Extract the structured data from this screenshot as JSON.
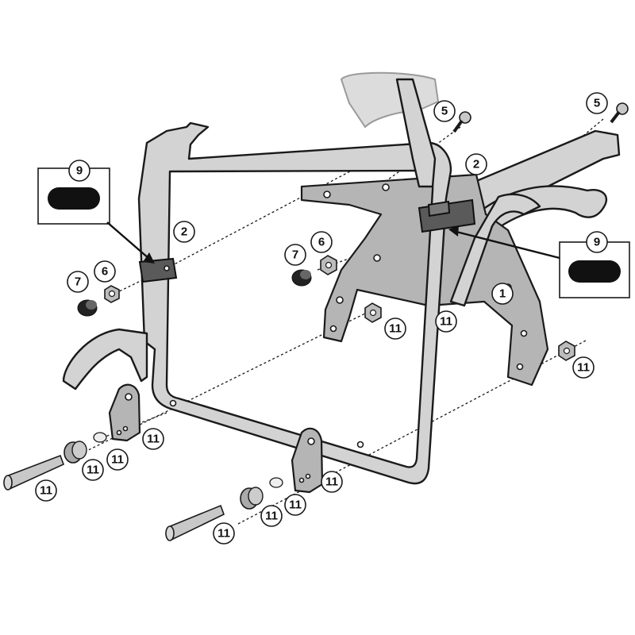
{
  "callouts": {
    "c1": "1",
    "c2a": "2",
    "c2b": "2",
    "c5a": "5",
    "c5b": "5",
    "c6a": "6",
    "c6b": "6",
    "c7a": "7",
    "c7b": "7",
    "c9a": "9",
    "c9b": "9",
    "c11a": "11",
    "c11b": "11",
    "c11c": "11",
    "c11d": "11",
    "c11e": "11",
    "c11f": "11",
    "c11g": "11",
    "c11h": "11",
    "c11i": "11",
    "c11j": "11",
    "c11k": "11",
    "c11l": "11"
  },
  "colors": {
    "frame": "#d3d3d3",
    "plate": "#b5b5b5",
    "outline": "#1a1a1a",
    "sticker": "#111111"
  }
}
